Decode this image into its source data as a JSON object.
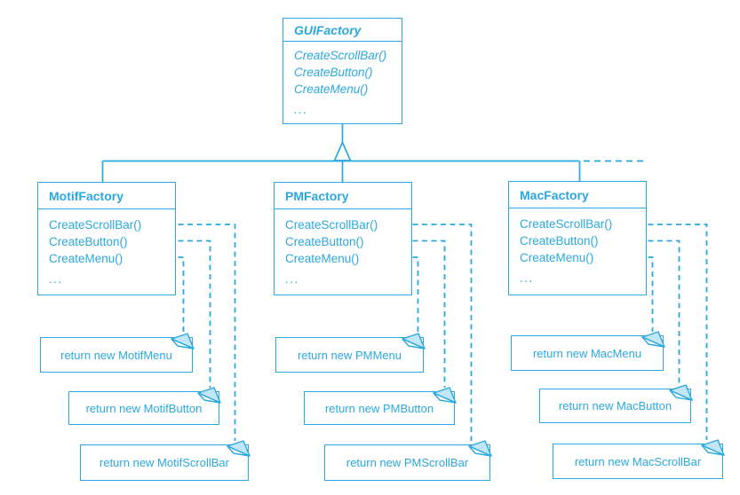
{
  "colors": {
    "line": "#2ba8e0",
    "note_fold_fill": "#c2e6f7",
    "background": "#ffffff"
  },
  "icons": {
    "inheritance_triangle": "hollow-triangle-up",
    "method_connector": "small-open-circle",
    "note_fold": "folded-corner-dog-ear"
  },
  "root_class": {
    "name": "GUIFactory",
    "methods": [
      "CreateScrollBar()",
      "CreateButton()",
      "CreateMenu()",
      "..."
    ]
  },
  "factories": [
    {
      "name": "MotifFactory",
      "methods": [
        "CreateScrollBar()",
        "CreateButton()",
        "CreateMenu()",
        "..."
      ],
      "notes": [
        "return new MotifMenu",
        "return new MotifButton",
        "return new MotifScrollBar"
      ]
    },
    {
      "name": "PMFactory",
      "methods": [
        "CreateScrollBar()",
        "CreateButton()",
        "CreateMenu()",
        "..."
      ],
      "notes": [
        "return new PMMenu",
        "return new PMButton",
        "return new PMScrollBar"
      ]
    },
    {
      "name": "MacFactory",
      "methods": [
        "CreateScrollBar()",
        "CreateButton()",
        "CreateMenu()",
        "..."
      ],
      "notes": [
        "return new MacMenu",
        "return new MacButton",
        "return new MacScrollBar"
      ]
    }
  ]
}
